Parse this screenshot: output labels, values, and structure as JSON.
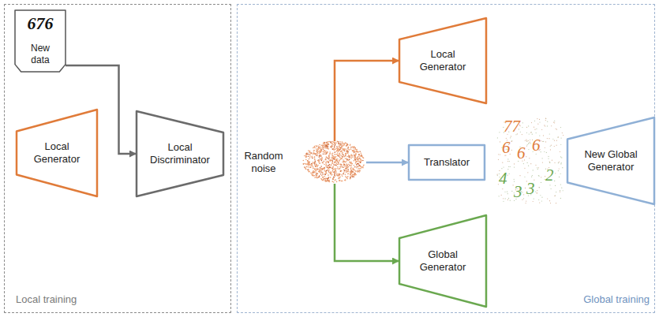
{
  "diagram": {
    "nodes": [
      {
        "text": [
          "Local training"
        ]
      },
      {
        "text": [
          "676",
          "New data"
        ],
        "in": 0
      },
      {
        "text": [
          "Local Generator"
        ],
        "in": 0
      },
      {
        "text": [
          "Local Discriminator"
        ],
        "in": 0
      },
      {
        "text": [
          "Global training"
        ]
      },
      {
        "text": [
          "Random noise"
        ],
        "in": 4
      },
      {
        "text": [
          "Local Generator"
        ],
        "in": 4
      },
      {
        "text": [
          "Translator"
        ],
        "in": 4
      },
      {
        "text": [
          "Global Generator"
        ],
        "in": 4
      },
      {
        "text": [
          "New Global Generator"
        ],
        "in": 4
      }
    ],
    "edges": [
      {
        "from": 1,
        "to": 3,
        "arrow": "to"
      },
      {
        "from": 5,
        "to": 6,
        "arrow": "to"
      },
      {
        "from": 5,
        "to": 7,
        "arrow": "to"
      },
      {
        "from": 5,
        "to": 8,
        "arrow": "to"
      }
    ],
    "labels": [
      "77",
      "6",
      "6",
      "6",
      "4",
      "3",
      "3",
      "2"
    ]
  }
}
